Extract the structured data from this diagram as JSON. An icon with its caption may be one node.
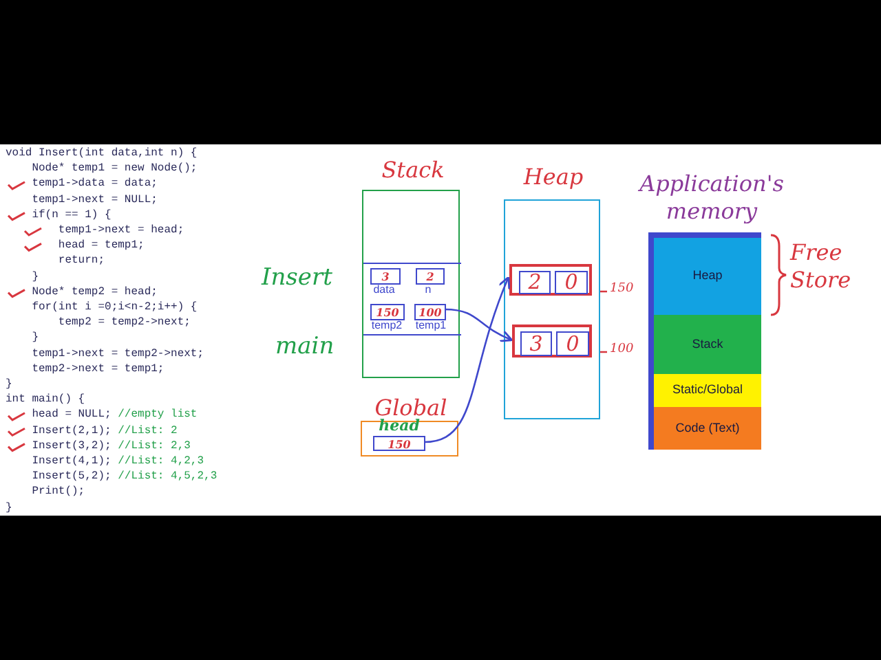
{
  "diagram": {
    "nodes": [
      {
        "text": [
          "Stack"
        ]
      },
      {
        "text": [],
        "shape": "box",
        "in": 0,
        "beside": [
          "Insert"
        ]
      },
      {
        "text": [],
        "shape": "box",
        "in": 0,
        "beside": [
          "main"
        ]
      },
      {
        "text": [
          "3"
        ],
        "in": 1,
        "beside": [
          "data"
        ]
      },
      {
        "text": [
          "2"
        ],
        "in": 1,
        "beside": [
          "n"
        ]
      },
      {
        "text": [
          "150"
        ],
        "in": 1,
        "beside": [
          "temp2"
        ]
      },
      {
        "text": [
          "100"
        ],
        "in": 1,
        "beside": [
          "temp1"
        ]
      },
      {
        "text": [
          "Heap"
        ]
      },
      {
        "text": [],
        "shape": "box",
        "in": 7,
        "beside": [
          "150"
        ]
      },
      {
        "text": [
          "2"
        ],
        "in": 8
      },
      {
        "text": [
          "0"
        ],
        "in": 8
      },
      {
        "text": [],
        "shape": "box",
        "in": 7,
        "beside": [
          "100"
        ]
      },
      {
        "text": [
          "3"
        ],
        "in": 11
      },
      {
        "text": [
          "0"
        ],
        "in": 11
      },
      {
        "text": [
          "Global"
        ]
      },
      {
        "text": [
          "150"
        ],
        "in": 14,
        "beside": [
          "head"
        ]
      },
      {
        "text": [
          "Application's memory"
        ]
      },
      {
        "text": [
          "Heap"
        ],
        "in": 16
      },
      {
        "text": [
          "Stack"
        ],
        "in": 16
      },
      {
        "text": [
          "Static/Global"
        ],
        "in": 16
      },
      {
        "text": [
          "Code (Text)"
        ],
        "in": 16
      }
    ],
    "edges": [
      {
        "from": 6,
        "to": 11,
        "arrow": "to"
      },
      {
        "from": 15,
        "to": 8,
        "arrow": "to"
      }
    ],
    "labels": [
      "void Insert(int data,int n) {",
      "    Node* temp1 = new Node();",
      "    temp1->data = data;",
      "    temp1->next = NULL;",
      "    if(n == 1) {",
      "        temp1->next = head;",
      "        head = temp1;",
      "        return;",
      "    }",
      "    Node* temp2 = head;",
      "    for(int i =0;i<n-2;i++) {",
      "        temp2 = temp2->next;",
      "    }",
      "    temp1->next = temp2->next;",
      "    temp2->next = temp1;",
      "}",
      "int main() {",
      "    head = NULL; //empty list",
      "    Insert(2,1); //List: 2",
      "    Insert(3,2); //List: 2,3",
      "    Insert(4,1); //List: 4,2,3",
      "    Insert(5,2); //List: 4,5,2,3",
      "    Print();",
      "}",
      "Free Store"
    ]
  }
}
